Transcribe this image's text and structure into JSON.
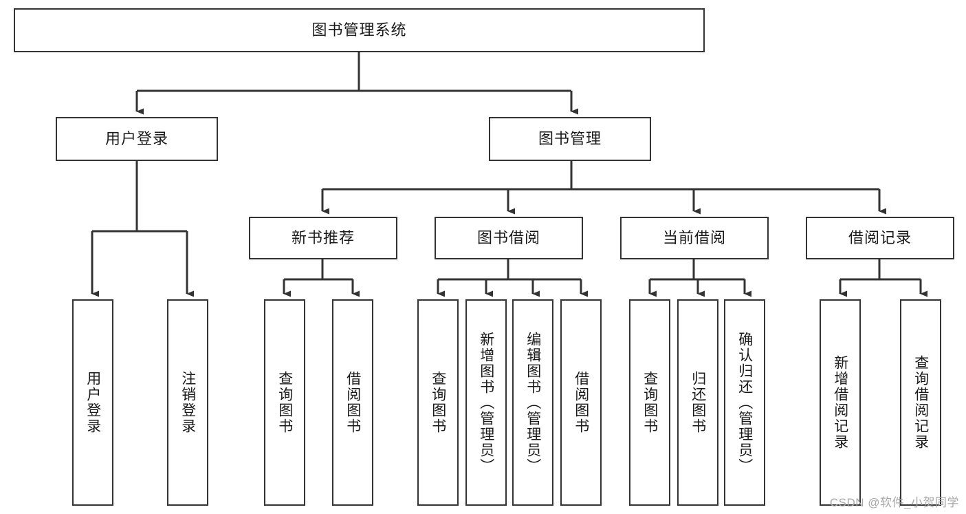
{
  "diagram": {
    "title": "图书管理系统",
    "type": "tree-hierarchy",
    "watermark": "CSDN @软件_小贺同学",
    "colors": {
      "box_border": "#333333",
      "box_fill": "#ffffff",
      "connector": "#333333",
      "watermark": "#a8a8a8",
      "background": "#ffffff"
    },
    "root": {
      "label": "图书管理系统"
    },
    "level2": [
      {
        "label": "用户登录"
      },
      {
        "label": "图书管理"
      }
    ],
    "level3": [
      {
        "label": "新书推荐"
      },
      {
        "label": "图书借阅"
      },
      {
        "label": "当前借阅"
      },
      {
        "label": "借阅记录"
      }
    ],
    "leaves": {
      "user_login": [
        {
          "label": "用户登录"
        },
        {
          "label": "注销登录"
        }
      ],
      "new_book": [
        {
          "label": "查询图书"
        },
        {
          "label": "借阅图书"
        }
      ],
      "book_borrow": [
        {
          "label": "查询图书"
        },
        {
          "label": "新增图书（管理员）"
        },
        {
          "label": "编辑图书（管理员）"
        },
        {
          "label": "借阅图书"
        }
      ],
      "current_borrow": [
        {
          "label": "查询图书"
        },
        {
          "label": "归还图书"
        },
        {
          "label": "确认归还（管理员）"
        }
      ],
      "borrow_record": [
        {
          "label": "新增借阅记录"
        },
        {
          "label": "查询借阅记录"
        }
      ]
    }
  }
}
